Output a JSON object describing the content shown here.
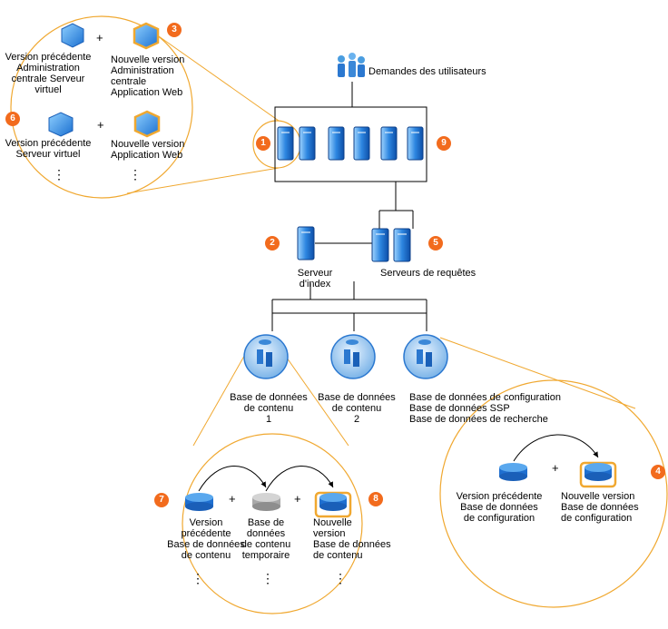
{
  "users_label": "Demandes des utilisateurs",
  "zoom_web": {
    "row1_left": "Version précédente\nAdministration\ncentrale Serveur\nvirtuel",
    "row1_right": "Nouvelle version\nAdministration\ncentrale\nApplication Web",
    "row2_left": "Version précédente\nServeur virtuel",
    "row2_right": "Nouvelle version\nApplication Web",
    "plus": "+",
    "ellipsis": "⋮"
  },
  "index_server_label": "Serveur d'index",
  "query_servers_label": "Serveurs de requêtes",
  "db1_label": "Base de données\nde contenu\n1",
  "db2_label": "Base de données\nde contenu\n2",
  "db3_label": "Base de données de configuration\nBase de données SSP\nBase de données de recherche",
  "zoom_content": {
    "left": "Version\nprécédente\nBase de données\nde contenu",
    "mid": "Base de\ndonnées\nde contenu\ntemporaire",
    "right": "Nouvelle\nversion\nBase de données\nde contenu",
    "plus": "+",
    "ellipsis": "⋮"
  },
  "zoom_config": {
    "left": "Version précédente\nBase de données\nde configuration",
    "right": "Nouvelle version\nBase de données\nde configuration",
    "plus": "+"
  },
  "badges": [
    "1",
    "2",
    "3",
    "4",
    "5",
    "6",
    "7",
    "8",
    "9"
  ],
  "colors": {
    "accent": "#f26b1d",
    "zoom_line": "#f0a830",
    "server_blue": "#2b78d0",
    "db_blue": "#1f6fd0",
    "temp_gray": "#b8b8b8"
  }
}
